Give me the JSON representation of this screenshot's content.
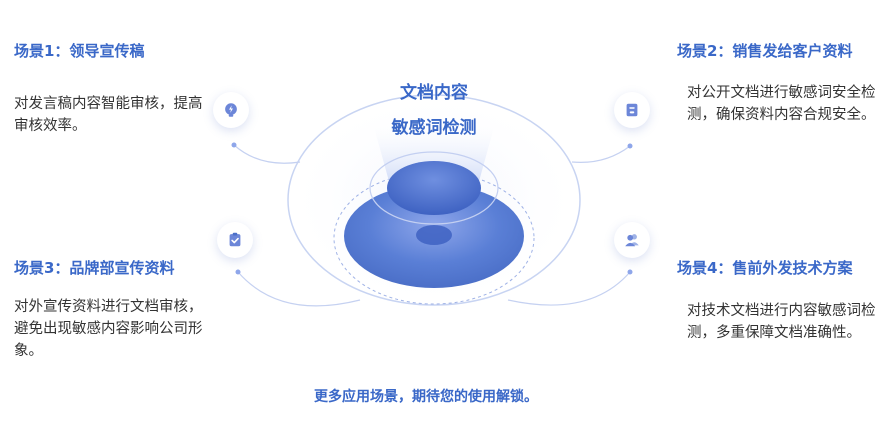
{
  "center": {
    "line1": "文档内容",
    "line2": "敏感词检测"
  },
  "scenes": [
    {
      "title": "场景1：领导宣传稿",
      "desc": "对发言稿内容智能审核，提高审核效率。",
      "icon": "lightning-bulb-icon"
    },
    {
      "title": "场景2：销售发给客户资料",
      "desc": "对公开文档进行敏感词安全检测，确保资料内容合规安全。",
      "icon": "document-badge-icon"
    },
    {
      "title": "场景3：品牌部宣传资料",
      "desc": "对外宣传资料进行文档审核，避免出现敏感内容影响公司形象。",
      "icon": "clipboard-check-icon"
    },
    {
      "title": "场景4：售前外发技术方案",
      "desc": "对技术文档进行内容敏感词检测，多重保障文档准确性。",
      "icon": "users-icon"
    }
  ],
  "footer": "更多应用场景，期待您的使用解锁。",
  "colors": {
    "accent": "#3a68c8",
    "ellipse_fill": "#5a7fd6",
    "icon_fill": "#6c86d8"
  }
}
